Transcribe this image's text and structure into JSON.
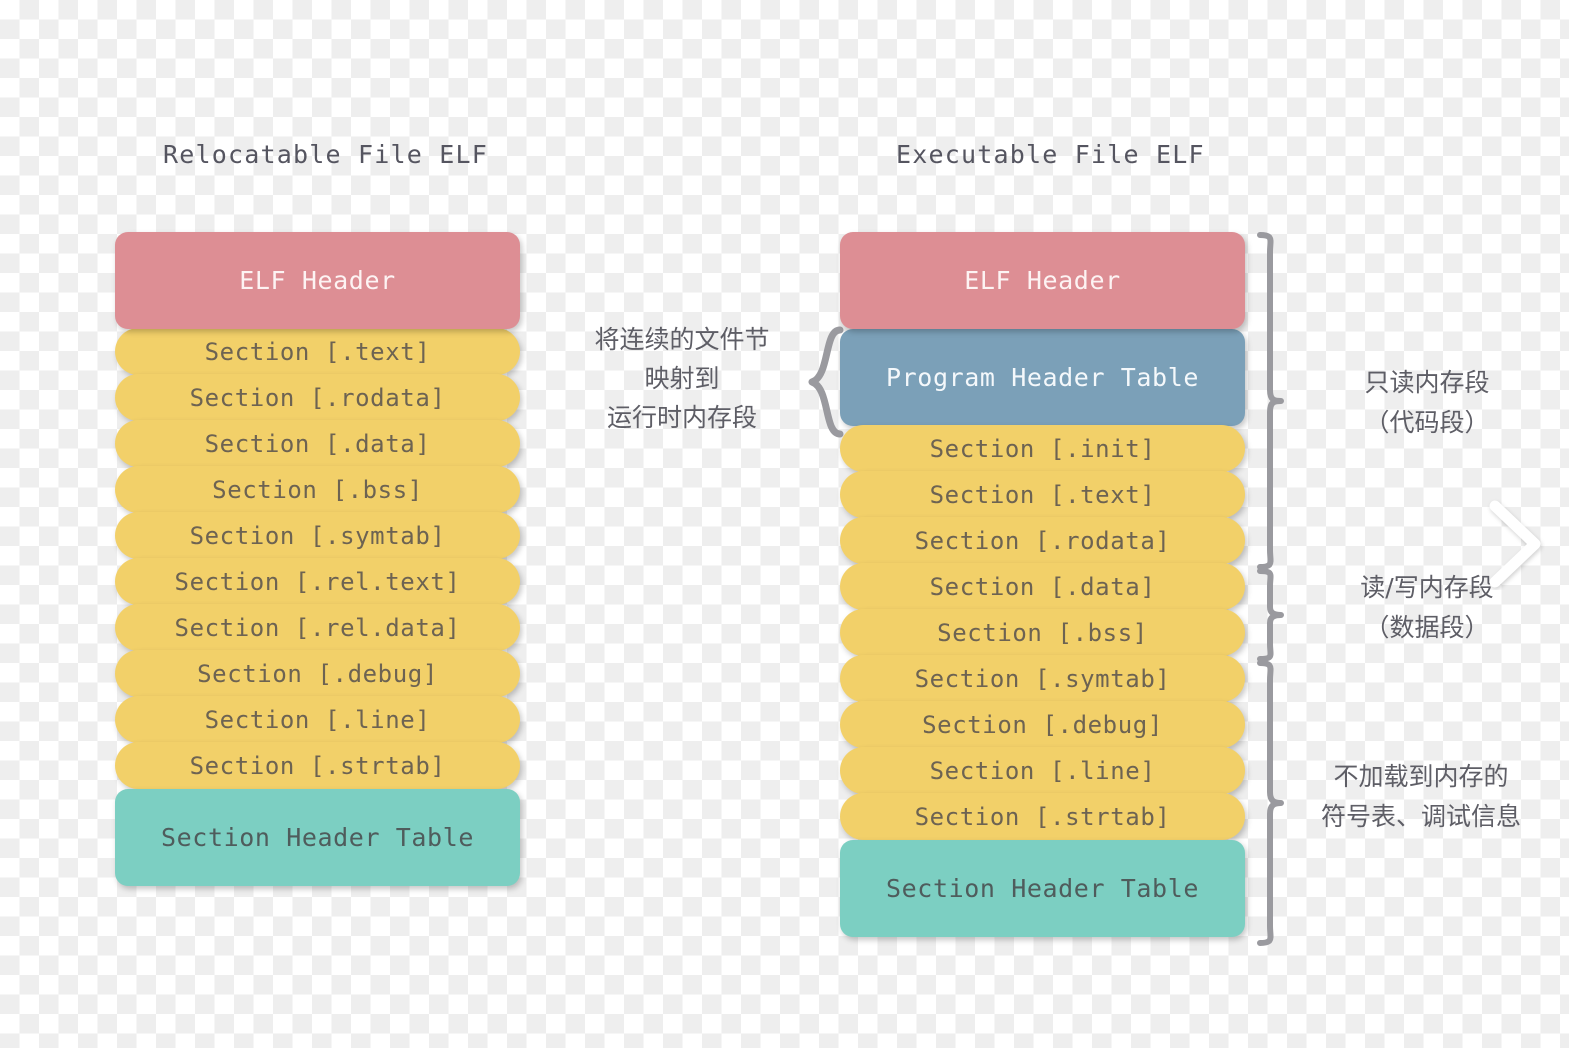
{
  "diagram": {
    "title_left": "Relocatable File ELF",
    "title_right": "Executable File ELF",
    "colors": {
      "header": "#dd8e94",
      "program_header_table": "#7ba0b8",
      "section": "#f2d069",
      "section_header_table": "#7ccfc2",
      "text_dark": "#5e5e66",
      "background_checker": "#eeeeee"
    }
  },
  "relocatable": {
    "blocks": [
      {
        "label": "ELF Header",
        "kind": "header"
      },
      {
        "label": "Section [.text]",
        "kind": "section"
      },
      {
        "label": "Section [.rodata]",
        "kind": "section"
      },
      {
        "label": "Section [.data]",
        "kind": "section"
      },
      {
        "label": "Section [.bss]",
        "kind": "section"
      },
      {
        "label": "Section [.symtab]",
        "kind": "section"
      },
      {
        "label": "Section [.rel.text]",
        "kind": "section"
      },
      {
        "label": "Section [.rel.data]",
        "kind": "section"
      },
      {
        "label": "Section [.debug]",
        "kind": "section"
      },
      {
        "label": "Section [.line]",
        "kind": "section"
      },
      {
        "label": "Section [.strtab]",
        "kind": "section"
      },
      {
        "label": "Section Header Table",
        "kind": "section-header-table"
      }
    ]
  },
  "executable": {
    "blocks": [
      {
        "label": "ELF Header",
        "kind": "header"
      },
      {
        "label": "Program Header Table",
        "kind": "program-header-table"
      },
      {
        "label": "Section [.init]",
        "kind": "section"
      },
      {
        "label": "Section [.text]",
        "kind": "section"
      },
      {
        "label": "Section [.rodata]",
        "kind": "section"
      },
      {
        "label": "Section [.data]",
        "kind": "section"
      },
      {
        "label": "Section [.bss]",
        "kind": "section"
      },
      {
        "label": "Section [.symtab]",
        "kind": "section"
      },
      {
        "label": "Section [.debug]",
        "kind": "section"
      },
      {
        "label": "Section [.line]",
        "kind": "section"
      },
      {
        "label": "Section [.strtab]",
        "kind": "section"
      },
      {
        "label": "Section Header Table",
        "kind": "section-header-table"
      }
    ]
  },
  "middle_annotation": {
    "line1": "将连续的文件节",
    "line2": "映射到",
    "line3": "运行时内存段"
  },
  "segment_annotations": {
    "read_only": {
      "line1": "只读内存段",
      "line2": "（代码段）"
    },
    "read_write": {
      "line1": "读/写内存段",
      "line2": "（数据段）"
    },
    "not_loaded": {
      "line1": "不加载到内存的",
      "line2": "符号表、调试信息"
    }
  }
}
